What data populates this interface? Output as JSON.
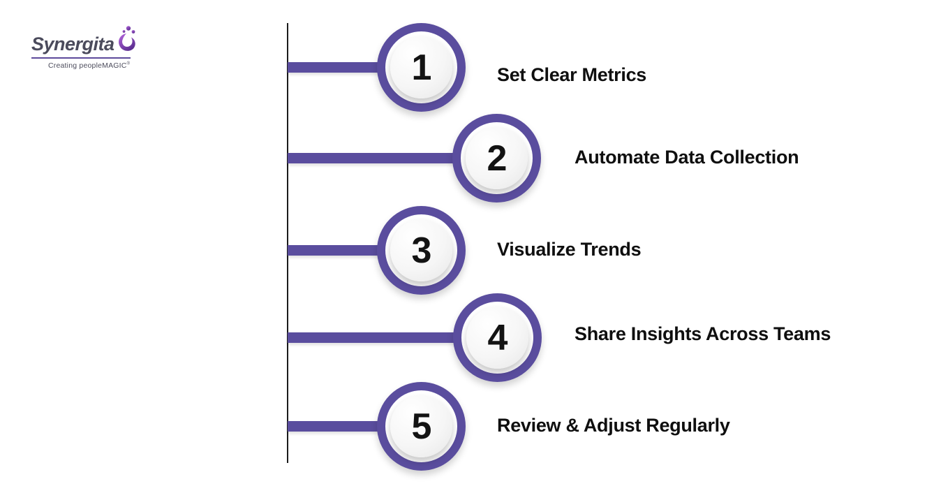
{
  "logo": {
    "name": "Synergita",
    "tagline": "Creating peopleMAGIC",
    "registered": "®"
  },
  "items": [
    {
      "number": "1",
      "label": "Set Clear Metrics"
    },
    {
      "number": "2",
      "label": "Automate Data Collection"
    },
    {
      "number": "3",
      "label": "Visualize Trends"
    },
    {
      "number": "4",
      "label": "Share Insights Across Teams"
    },
    {
      "number": "5",
      "label": "Review & Adjust Regularly"
    }
  ],
  "colors": {
    "accent_purple": "#5a4d9e",
    "logo_purple": "#7b3fa4",
    "label_text": "#0f0f0f",
    "timeline_line": "#1b1b1b"
  }
}
